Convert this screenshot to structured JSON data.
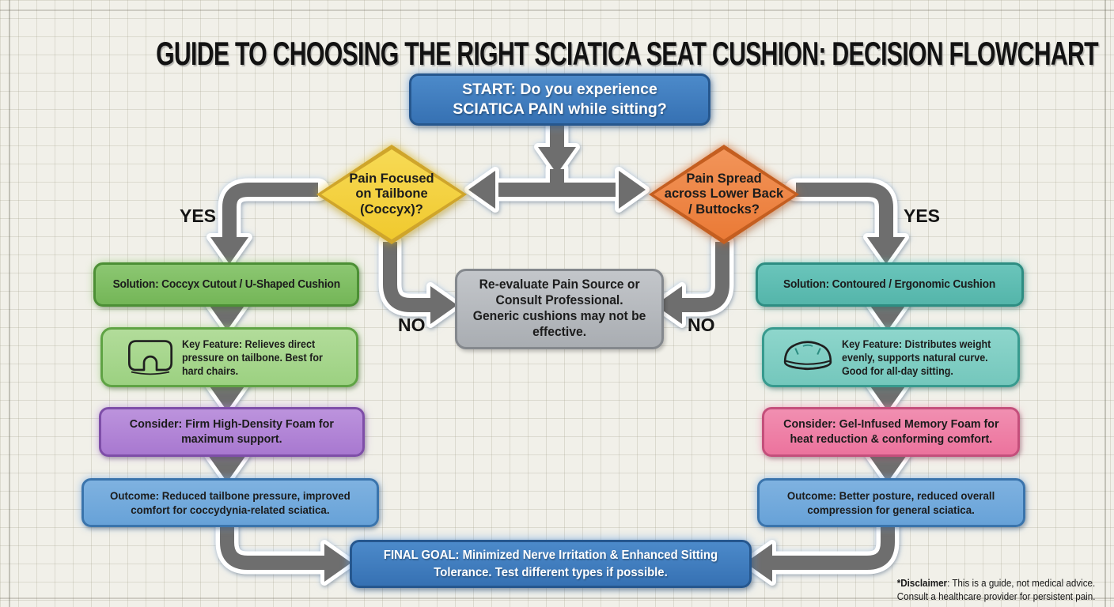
{
  "title": "GUIDE TO CHOOSING THE RIGHT SCIATICA SEAT CUSHION: DECISION FLOWCHART",
  "nodes": {
    "start": {
      "lines": [
        "START: Do you experience",
        "SCIATICA PAIN while sitting?"
      ]
    },
    "decision_tailbone": {
      "lines": [
        "Pain Focused",
        "on Tailbone",
        "(Coccyx)?"
      ]
    },
    "decision_lower_back": {
      "lines": [
        "Pain Spread",
        "across Lower Back",
        "/ Buttocks?"
      ]
    },
    "reevaluate": {
      "lines": [
        "Re-evaluate Pain Source or",
        "Consult Professional.",
        "Generic cushions may not be",
        "effective."
      ]
    },
    "solution_left": {
      "lines": [
        "Solution: Coccyx Cutout / U-Shaped Cushion"
      ]
    },
    "key_feature_left": {
      "icon": "u-shaped-cushion-icon",
      "lines": [
        "Key Feature: Relieves direct",
        "pressure on tailbone. Best for",
        "hard chairs."
      ]
    },
    "consider_left": {
      "lines": [
        "Consider: Firm High-Density Foam for",
        "maximum support."
      ]
    },
    "outcome_left": {
      "lines": [
        "Outcome: Reduced tailbone pressure, improved",
        "comfort for coccydynia-related sciatica."
      ]
    },
    "solution_right": {
      "lines": [
        "Solution: Contoured / Ergonomic Cushion"
      ]
    },
    "key_feature_right": {
      "icon": "contoured-cushion-icon",
      "lines": [
        "Key Feature: Distributes weight",
        "evenly, supports natural curve.",
        "Good for all-day sitting."
      ]
    },
    "consider_right": {
      "lines": [
        "Consider: Gel-Infused Memory Foam for",
        "heat reduction & conforming comfort."
      ]
    },
    "outcome_right": {
      "lines": [
        "Outcome: Better posture, reduced overall",
        "compression for general sciatica."
      ]
    },
    "final_goal": {
      "lines": [
        "FINAL GOAL: Minimized Nerve Irritation & Enhanced Sitting",
        "Tolerance. Test different types if possible."
      ]
    }
  },
  "edge_labels": {
    "yes_left": "YES",
    "no_left": "NO",
    "no_right": "NO",
    "yes_right": "YES"
  },
  "disclaimer": {
    "lead": "*Disclaimer",
    "line1_rest": ": This is a guide, not medical advice.",
    "line2": "Consult a healthcare provider for persistent pain."
  },
  "colors": {
    "start_blue": "#3d7cbd",
    "decision_yellow": "#f5d03e",
    "decision_orange": "#f08a4b",
    "reevaluate_gray": "#b4b8bd",
    "solution_green": "#7fbf63",
    "feature_green": "#a6d68c",
    "consider_purple": "#b286d8",
    "outcome_blue": "#72abdd",
    "solution_teal": "#5fbeb3",
    "feature_teal": "#80cec4",
    "consider_pink": "#ef82a8",
    "arrow_gray": "#6e6e6e",
    "paper": "#f1f0e9"
  }
}
